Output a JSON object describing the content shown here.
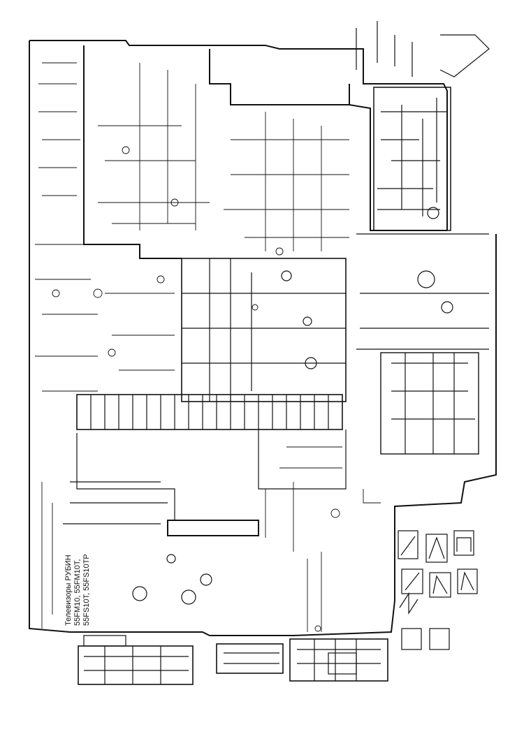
{
  "document": {
    "type": "schematic",
    "caption": {
      "line1": "Телевизоры РУБИН",
      "line2": "55FM10, 55FM10T,",
      "line3": "55FS10T, 55FS10TP"
    }
  },
  "colors": {
    "ink": "#111111",
    "paper": "#ffffff"
  }
}
